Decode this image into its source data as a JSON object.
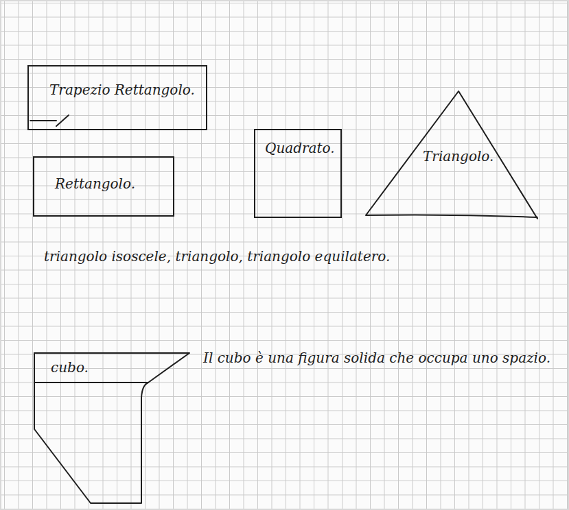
{
  "diagram": {
    "nodes": [
      {
        "text": [
          "Trapezio Rettangolo."
        ]
      },
      {
        "text": [
          "Rettangolo."
        ]
      },
      {
        "text": [
          "Quadrato."
        ]
      },
      {
        "text": [
          "Triangolo."
        ]
      },
      {
        "text": [
          "cubo."
        ]
      }
    ],
    "labels": [
      "triangolo isoscele, triangolo, triangolo equilatero.",
      "Il cubo è una figura solida che occupa uno spazio."
    ]
  }
}
